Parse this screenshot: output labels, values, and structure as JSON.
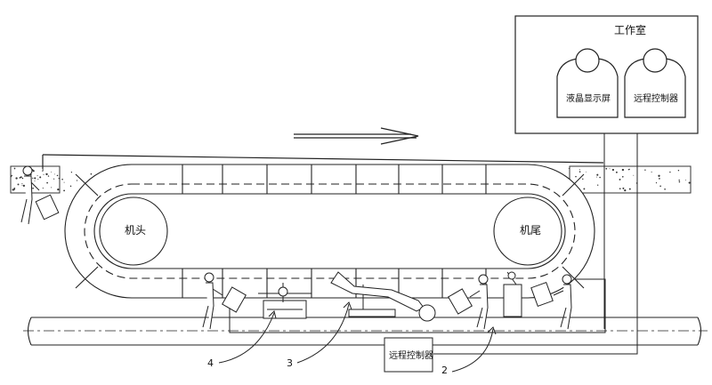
{
  "studio": {
    "title": "工作室",
    "monitor_label": "液晶显示屏",
    "remote_label": "远程控制器"
  },
  "loop": {
    "head_label": "机头",
    "tail_label": "机尾"
  },
  "ground_remote_label": "远程控制器",
  "callouts": [
    "4",
    "3",
    "2"
  ],
  "colors": {
    "line": "#222222",
    "muted": "#666666",
    "dots": "#333333"
  }
}
